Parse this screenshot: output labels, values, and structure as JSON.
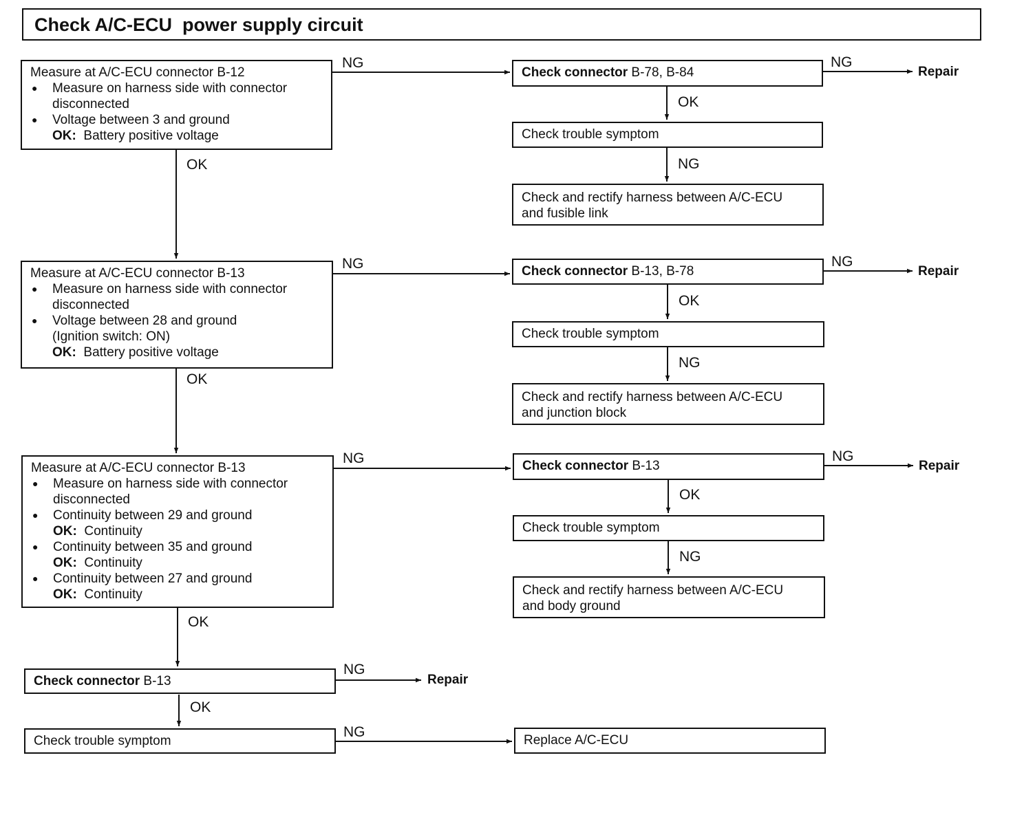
{
  "title": "Check A/C-ECU  power supply circuit",
  "step1": {
    "heading": "Measure at A/C-ECU connector B-12",
    "bullet1_a": "Measure on harness side with connector",
    "bullet1_b": "disconnected",
    "bullet2": "Voltage between 3 and ground",
    "ok_label": "OK:",
    "ok_value": "Battery positive voltage"
  },
  "step2": {
    "heading": "Measure at A/C-ECU connector B-13",
    "bullet1_a": "Measure on harness side with connector",
    "bullet1_b": "disconnected",
    "bullet2": "Voltage between 28 and ground",
    "bullet2_cond": "(Ignition switch: ON)",
    "ok_label": "OK:",
    "ok_value": "Battery positive voltage"
  },
  "step3": {
    "heading": "Measure at A/C-ECU connector B-13",
    "bullet1_a": "Measure on harness side with connector",
    "bullet1_b": "disconnected",
    "bullet2": "Continuity between 29 and ground",
    "bullet3": "Continuity between 35 and ground",
    "bullet4": "Continuity between 27 and ground",
    "ok_label": "OK:",
    "ok_value": "Continuity"
  },
  "step4": {
    "bold": "Check connector",
    "rest": " B-13"
  },
  "step5": {
    "text": "Check trouble symptom"
  },
  "branch1": {
    "conn_bold": "Check connector",
    "conn_rest": " B-78, B-84",
    "symptom": "Check trouble symptom",
    "rectify_a": "Check and rectify harness between A/C-ECU",
    "rectify_b": "and fusible link"
  },
  "branch2": {
    "conn_bold": "Check connector",
    "conn_rest": " B-13, B-78",
    "symptom": "Check trouble symptom",
    "rectify_a": "Check and rectify harness between A/C-ECU",
    "rectify_b": "and junction block"
  },
  "branch3": {
    "conn_bold": "Check connector",
    "conn_rest": " B-13",
    "symptom": "Check trouble symptom",
    "rectify_a": "Check and rectify harness between A/C-ECU",
    "rectify_b": "and body ground"
  },
  "replace": "Replace A/C-ECU",
  "labels": {
    "ok": "OK",
    "ng": "NG",
    "repair": "Repair"
  }
}
